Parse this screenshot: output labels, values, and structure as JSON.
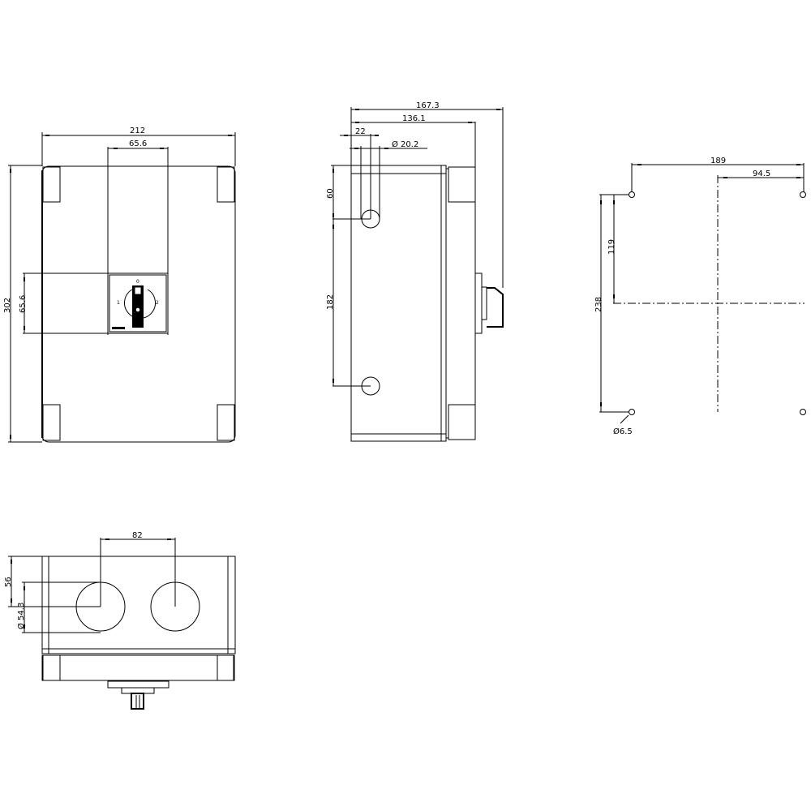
{
  "drawing": {
    "front_view": {
      "width_label": "212",
      "height_label": "302",
      "switch_width_label": "65.6",
      "switch_height_label": "65.6",
      "switch_positions": [
        "0",
        "1",
        "2"
      ]
    },
    "side_view": {
      "depth_total_label": "167.3",
      "depth_body_label": "136.1",
      "hole_offset_label": "22",
      "hole_diameter_label": "Ø 20.2",
      "top_hole_offset_label": "60",
      "hole_spacing_label": "182"
    },
    "mounting_view": {
      "hole_spacing_horizontal_label": "189",
      "half_spacing_label": "94.5",
      "half_vertical_label": "119",
      "hole_spacing_vertical_label": "238",
      "mounting_hole_diameter_label": "Ø6.5"
    },
    "bottom_view": {
      "knockout_spacing_label": "82",
      "knockout_offset_label": "56",
      "knockout_diameter_label": "Ø 54.3"
    }
  }
}
